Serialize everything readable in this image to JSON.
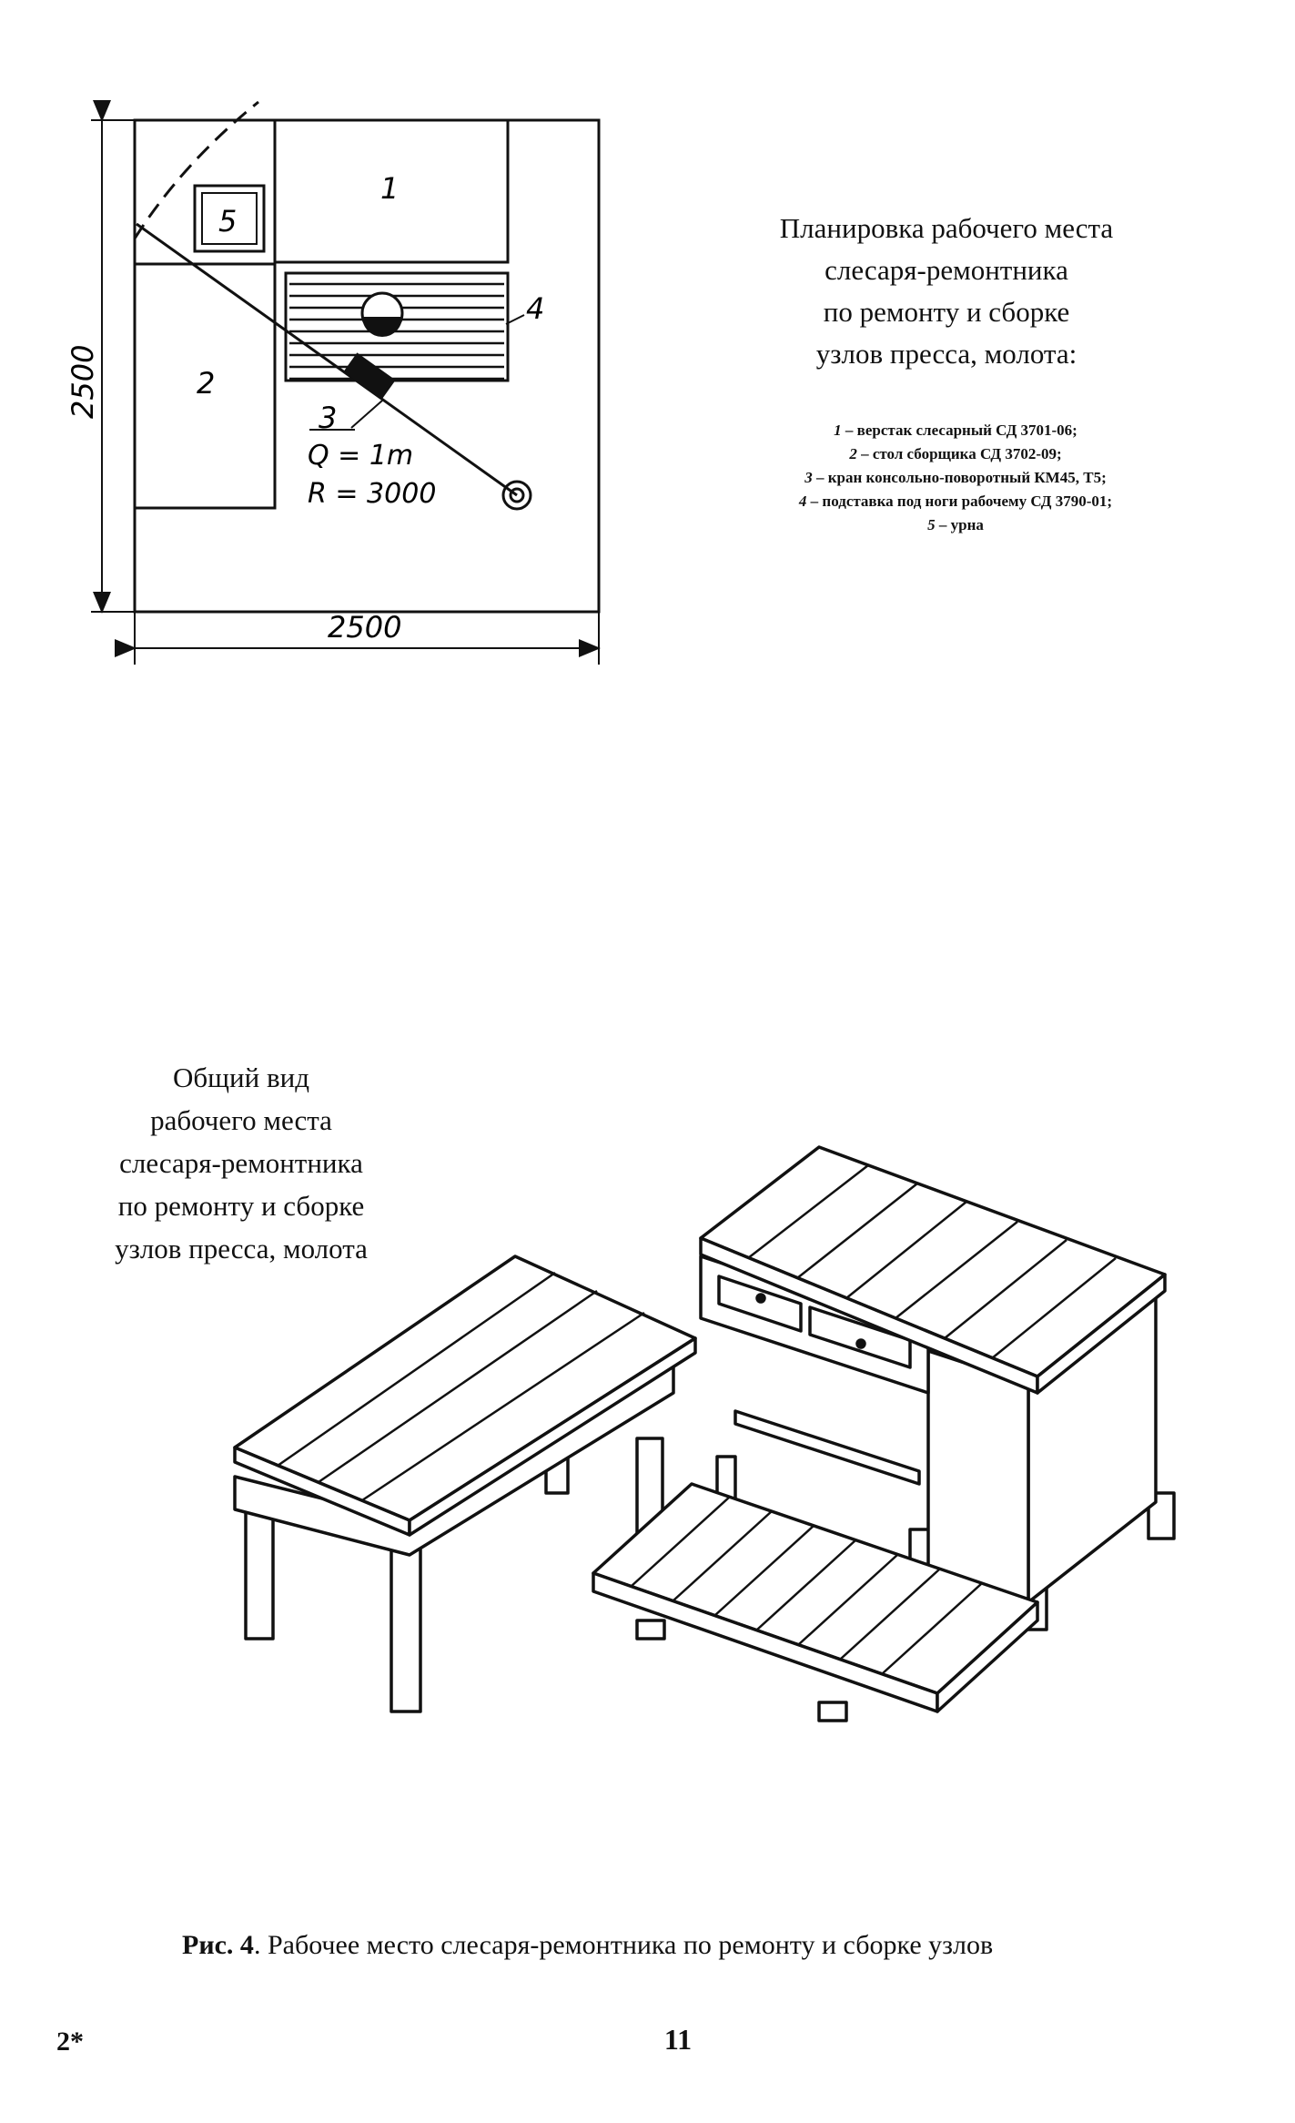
{
  "plan": {
    "dimensions": {
      "width": "2500",
      "height": "2500"
    },
    "labels": {
      "item1": "1",
      "item2": "2",
      "item3": "3",
      "item4": "4",
      "item5": "5"
    },
    "crane_load": "Q = 1m",
    "crane_radius": "R = 3000",
    "title_lines": [
      "Планировка рабочего места",
      "слесаря-ремонтника",
      "по ремонту и сборке",
      "узлов пресса, молота:"
    ],
    "legend": [
      {
        "num": "1",
        "text": "– верстак слесарный СД 3701-06;"
      },
      {
        "num": "2",
        "text": "– стол сборщика СД 3702-09;"
      },
      {
        "num": "3",
        "text": "– кран консольно-поворотный КМ45, Т5;"
      },
      {
        "num": "4",
        "text": "– подставка под ноги рабочему СД 3790-01;"
      },
      {
        "num": "5",
        "text": "– урна"
      }
    ]
  },
  "general_view": {
    "title_lines": [
      "Общий вид",
      "рабочего места",
      "слесаря-ремонтника",
      "по ремонту и сборке",
      "узлов пресса, молота"
    ]
  },
  "caption": {
    "prefix": "Рис. 4",
    "text": ". Рабочее место слесаря-ремонтника по ремонту и сборке узлов"
  },
  "footer": {
    "mark": "2*",
    "page_number": "11"
  }
}
